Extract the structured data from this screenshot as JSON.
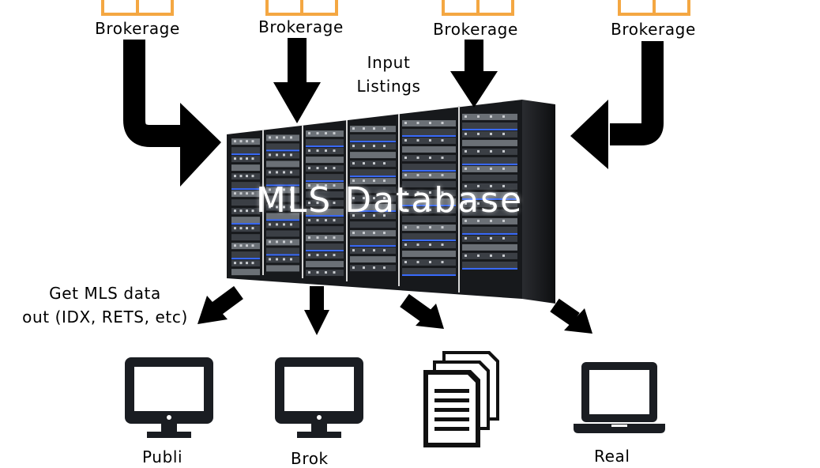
{
  "brokerages": [
    {
      "label": "Brokerage"
    },
    {
      "label": "Brokerage"
    },
    {
      "label": "Brokerage"
    },
    {
      "label": "Brokerage"
    }
  ],
  "input_label": {
    "line1": "Input",
    "line2": "Listings"
  },
  "database": {
    "title": "MLS Database"
  },
  "output_label": {
    "line1": "Get MLS data",
    "line2": "out (IDX, RETS, etc)"
  },
  "outputs": [
    {
      "icon": "desktop-monitor-icon",
      "label": "Publi"
    },
    {
      "icon": "desktop-monitor-icon",
      "label": "Brok"
    },
    {
      "icon": "documents-stack-icon",
      "label": ""
    },
    {
      "icon": "laptop-icon",
      "label": "Real"
    }
  ],
  "colors": {
    "brokerage_icon": "#f4a742",
    "arrow": "#000000",
    "rack": "#1c1e22",
    "accent_led": "#3a6cff"
  }
}
